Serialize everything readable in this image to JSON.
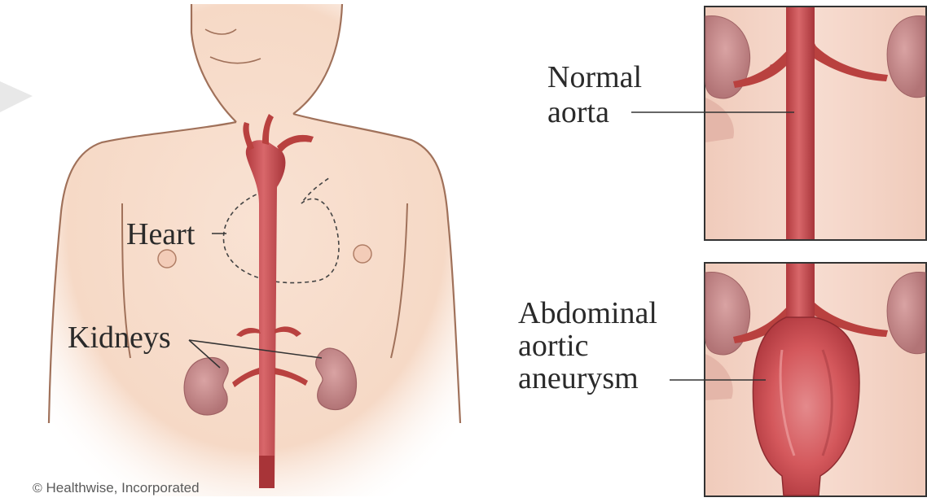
{
  "labels": {
    "heart": "Heart",
    "kidneys": "Kidneys",
    "normal_aorta_line1": "Normal",
    "normal_aorta_line2": "aorta",
    "aneurysm_line1": "Abdominal",
    "aneurysm_line2": "aortic",
    "aneurysm_line3": "aneurysm"
  },
  "copyright": {
    "symbol": "©",
    "text": "Healthwise, Incorporated"
  },
  "colors": {
    "skin": "#f6d9c6",
    "skin_outline": "#a0715a",
    "aorta": "#c94b4e",
    "aorta_dark": "#a83438",
    "kidney": "#c48a8c",
    "panel_bg": "#f3d3c4",
    "panel_border": "#333333"
  }
}
